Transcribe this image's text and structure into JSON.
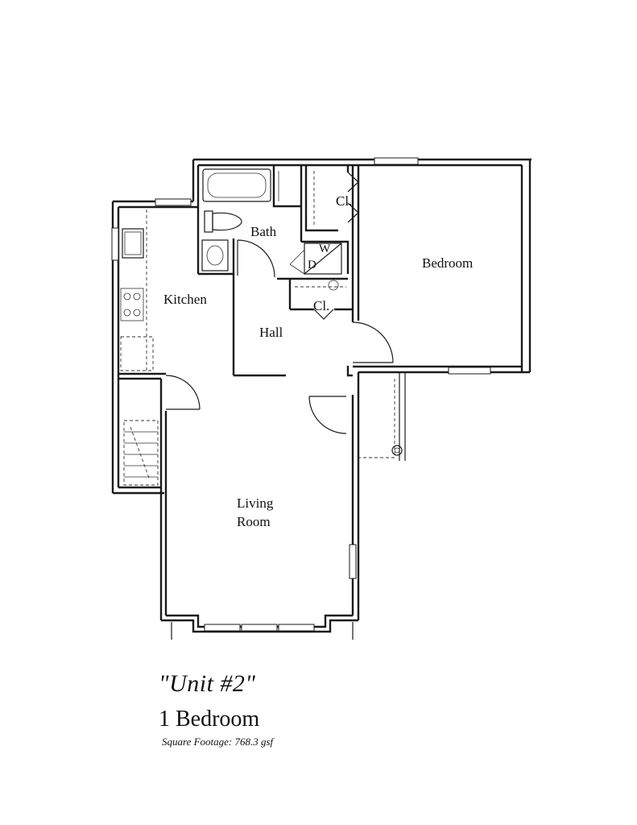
{
  "rooms": {
    "bath": "Bath",
    "closet_top": "Cl.",
    "bedroom": "Bedroom",
    "washer": "W",
    "dryer": "D",
    "kitchen": "Kitchen",
    "closet_hall": "Cl.",
    "hall": "Hall",
    "living_line1": "Living",
    "living_line2": "Room"
  },
  "caption": {
    "title": "\"Unit #2\"",
    "subtitle": "1 Bedroom",
    "square_footage": "Square Footage:  768.3 gsf"
  }
}
